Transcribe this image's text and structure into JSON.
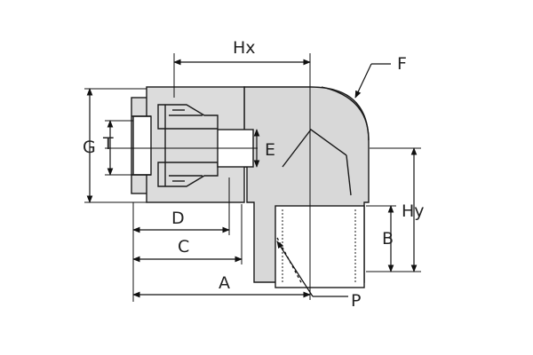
{
  "diagram": {
    "labels": {
      "hx": "Hx",
      "f": "F",
      "g": "G",
      "t": "T",
      "e": "E",
      "hy": "Hy",
      "d": "D",
      "b": "B",
      "c": "C",
      "a": "A",
      "p": "P"
    },
    "colors": {
      "body": "#d8d8d8",
      "outline": "#1a1a1a",
      "background": "#ffffff"
    }
  }
}
